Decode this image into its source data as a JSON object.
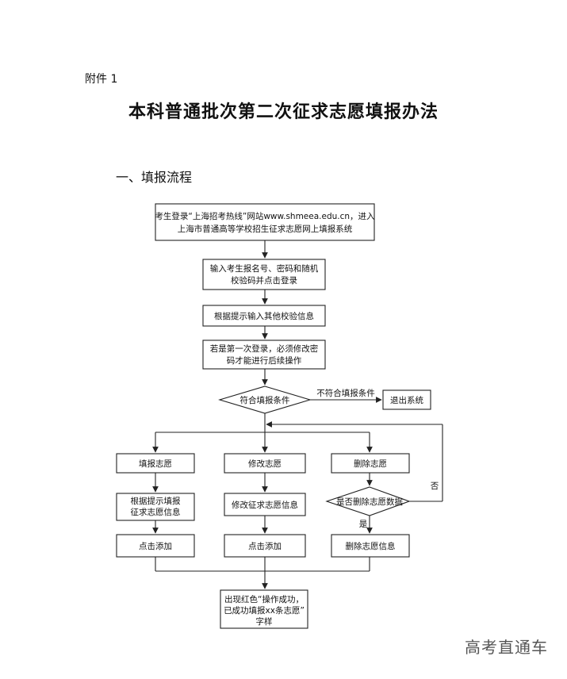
{
  "document": {
    "attachment_label": "附件 1",
    "title": "本科普通批次第二次征求志愿填报办法",
    "section_heading": "一、填报流程"
  },
  "flowchart": {
    "login": {
      "line1": "考生登录“上海招考热线”网站www.shmeea.edu.cn，进入",
      "line2": "上海市普通高等学校招生征求志愿网上填报系统"
    },
    "input_credentials": {
      "line1": "输入考生报名号、密码和随机",
      "line2": "校验码并点击登录"
    },
    "other_verification": "根据提示输入其他校验信息",
    "first_login": {
      "line1": "若是第一次登录，必须修改密",
      "line2": "码才能进行后续操作"
    },
    "condition": "符合填报条件",
    "not_eligible_label": "不符合填报条件",
    "exit_system": "退出系统",
    "fill_choice": "填报志愿",
    "modify_choice": "修改志愿",
    "delete_choice": "删除志愿",
    "fill_info": {
      "line1": "根据提示填报",
      "line2": "征求志愿信息"
    },
    "modify_info": "修改征求志愿信息",
    "delete_question": "是否删除志愿数据",
    "no_label": "否",
    "yes_label": "是",
    "click_add_1": "点击添加",
    "click_add_2": "点击添加",
    "delete_info": "删除志愿信息",
    "success": {
      "line1": "出现红色“操作成功，",
      "line2": "已成功填报xx条志愿”",
      "line3": "字样"
    }
  },
  "watermark": "高考直通车"
}
